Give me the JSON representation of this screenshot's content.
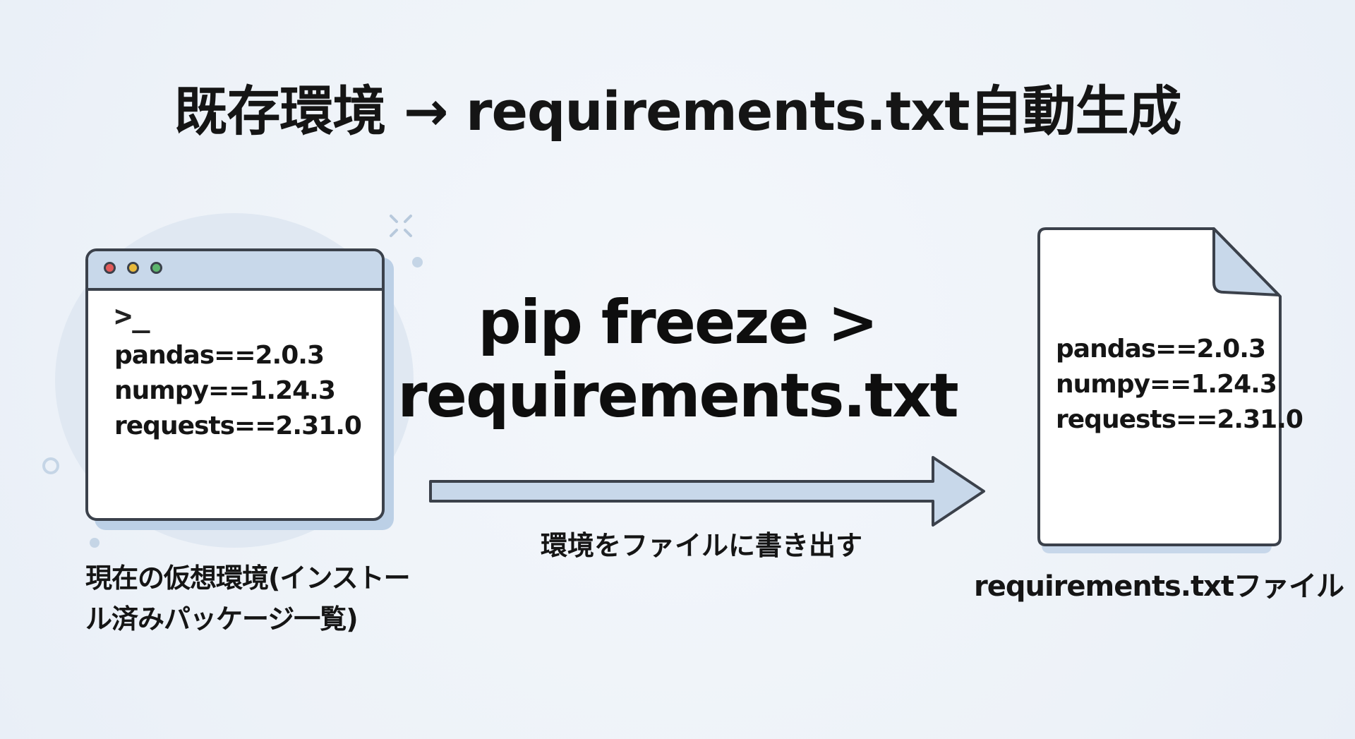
{
  "title": "既存環境 → requirements.txt自動生成",
  "terminal": {
    "prompt": ">_",
    "lines": [
      "pandas==2.0.3",
      "numpy==1.24.3",
      "requests==2.31.0"
    ],
    "label": "現在の仮想環境(インストール済みパッケージ一覧)"
  },
  "command": {
    "line1": "pip freeze >",
    "line2": "requirements.txt"
  },
  "arrow": {
    "label": "環境をファイルに書き出す"
  },
  "file": {
    "lines": [
      "pandas==2.0.3",
      "numpy==1.24.3",
      "requests==2.31.0"
    ],
    "label": "requirements.txtファイル"
  },
  "colors": {
    "background": "#eef3f9",
    "accent": "#c8d8ea",
    "shadow": "#bcd0e6",
    "outline": "#3b414b"
  }
}
